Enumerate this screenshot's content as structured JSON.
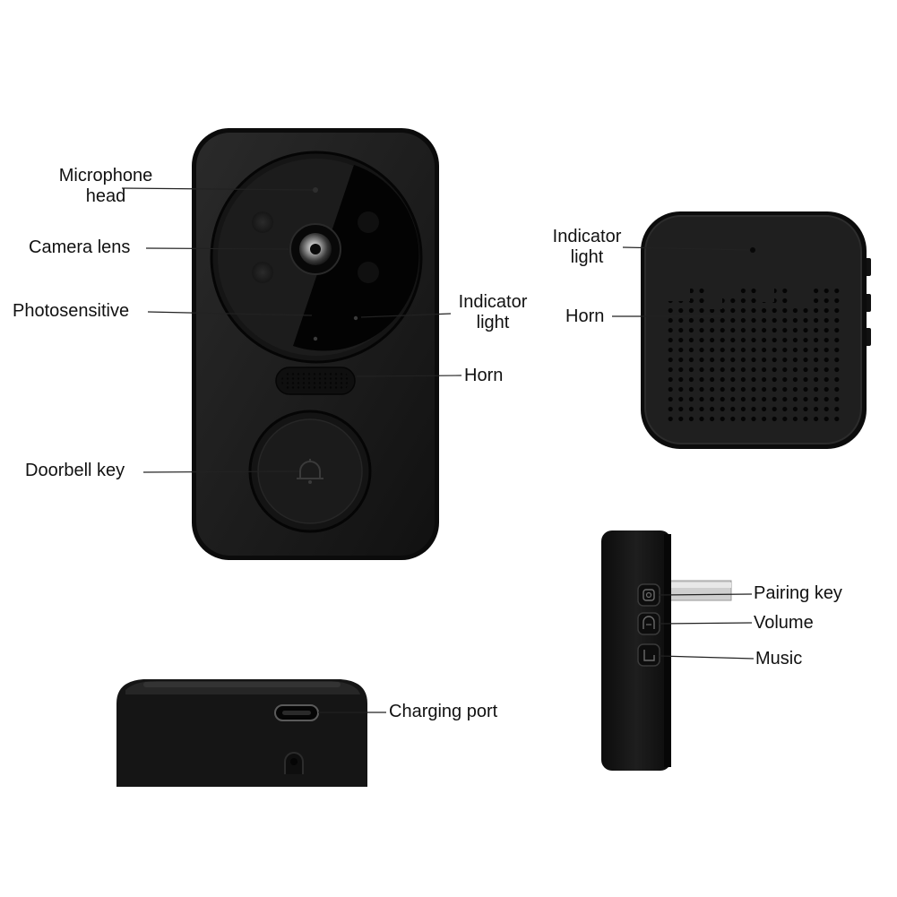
{
  "colors": {
    "background": "#ffffff",
    "device_body": "#1a1a1a",
    "device_edge": "#0a0a0a",
    "leader_line": "#222222",
    "label_text": "#111111"
  },
  "doorbell_front": {
    "labels": {
      "microphone_head_line1": "Microphone",
      "microphone_head_line2": "head",
      "camera_lens": "Camera lens",
      "photosensitive": "Photosensitive",
      "indicator_light_line1": "Indicator",
      "indicator_light_line2": "light",
      "horn": "Horn",
      "doorbell_key": "Doorbell key"
    },
    "icons": {
      "doorbell_key_symbol": "bell-icon"
    }
  },
  "chime_front": {
    "labels": {
      "indicator_light_line1": "Indicator",
      "indicator_light_line2": "light",
      "horn": "Horn"
    }
  },
  "chime_side": {
    "labels": {
      "pairing_key": "Pairing key",
      "volume": "Volume",
      "music": "Music"
    },
    "icons": {
      "pairing_key": "pairing-icon",
      "volume": "volume-icon",
      "music": "music-icon"
    }
  },
  "doorbell_bottom": {
    "labels": {
      "charging_port": "Charging port"
    }
  }
}
